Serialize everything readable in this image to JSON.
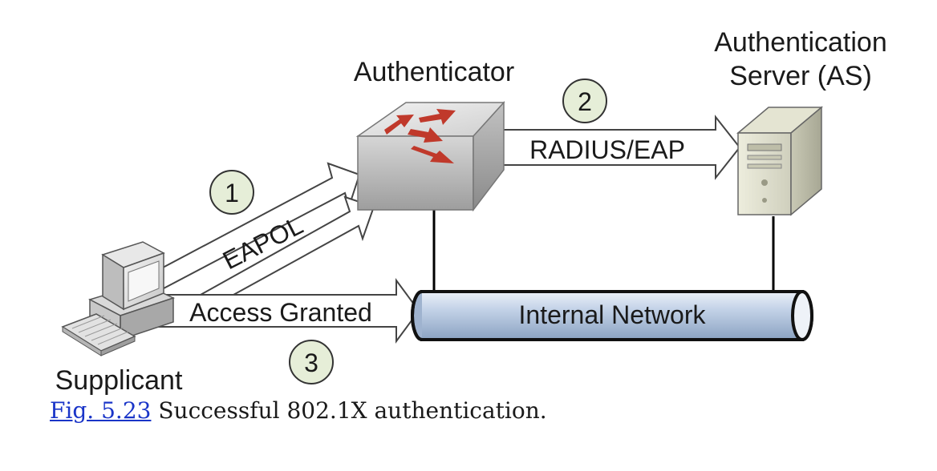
{
  "diagram": {
    "supplicant_label": "Supplicant",
    "authenticator_label": "Authenticator",
    "server_label_line1": "Authentication",
    "server_label_line2": "Server (AS)",
    "network_label": "Internal Network",
    "eapol_label": "EAPOL",
    "radius_label": "RADIUS/EAP",
    "access_label": "Access Granted",
    "step1": "1",
    "step2": "2",
    "step3": "3"
  },
  "caption": {
    "link_text": "Fig. 5.23",
    "text": " Successful 802.1X authentication."
  },
  "colors": {
    "step_circle": "#e6eed8",
    "pipe_fill": "#b8c9e0",
    "arrow_red": "#c0392b",
    "link": "#1a35c8"
  }
}
